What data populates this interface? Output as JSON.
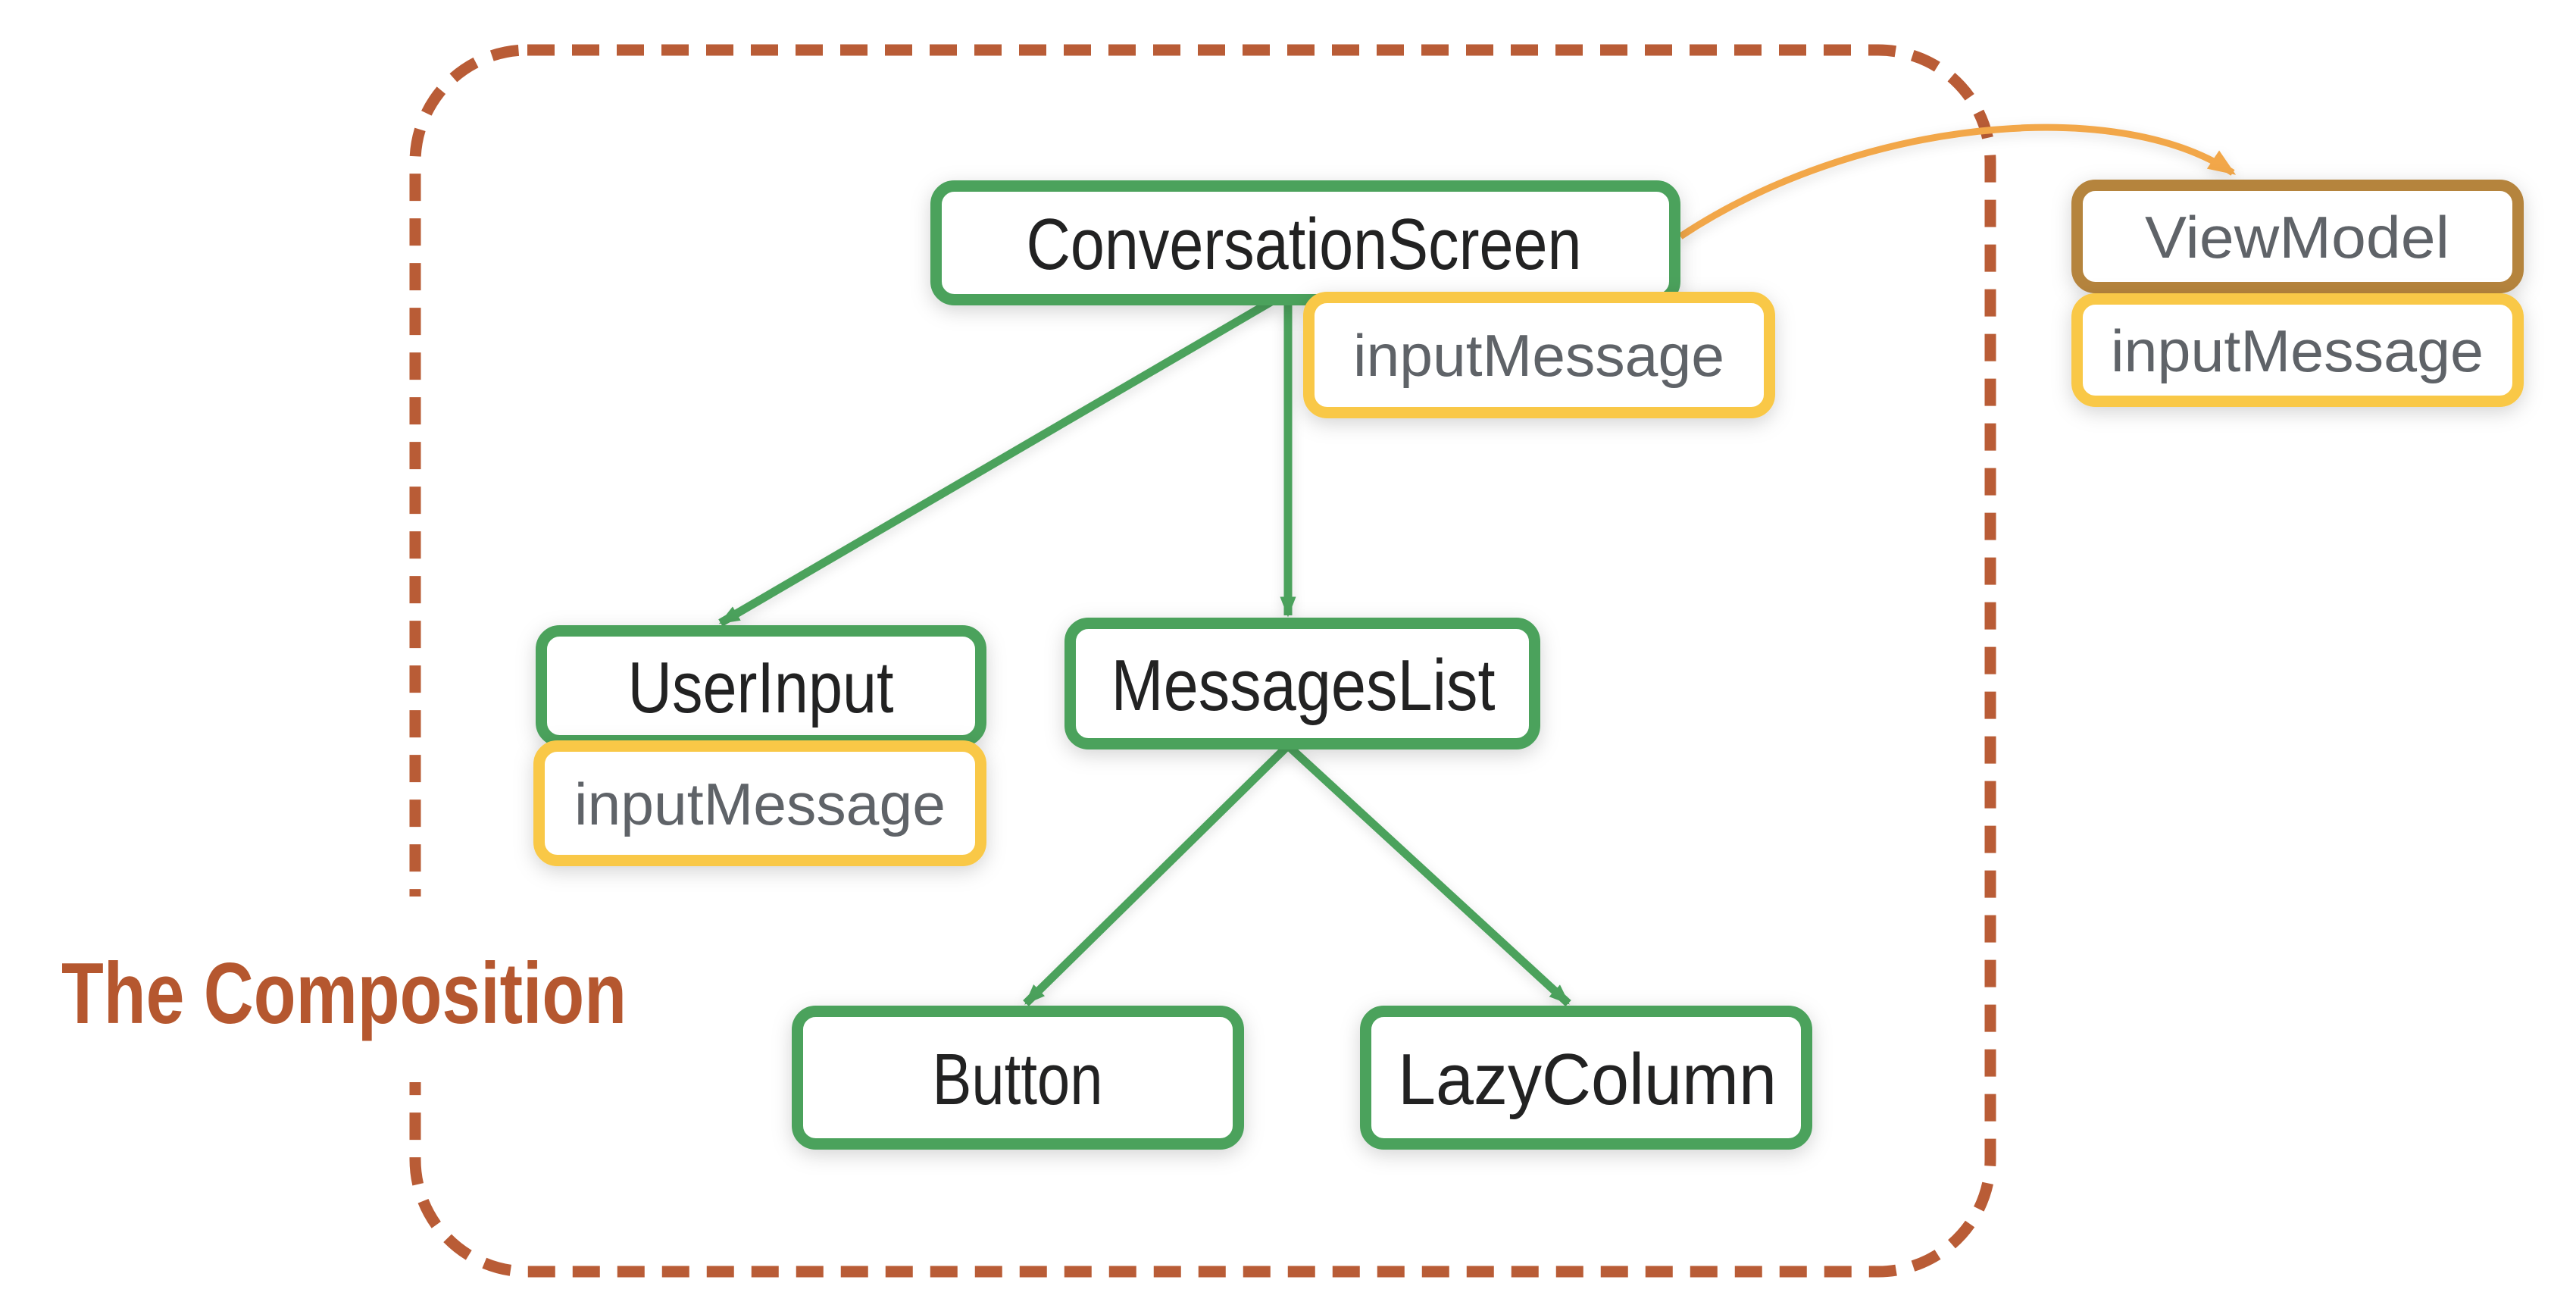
{
  "slide": {
    "kind": "composition-tree-diagram",
    "background": "#ffffff"
  },
  "region": {
    "title": "The Composition",
    "border_style": "dashed rounded rectangle"
  },
  "nodes": {
    "conversation_screen": {
      "label": "ConversationScreen",
      "type": "composable"
    },
    "user_input": {
      "label": "UserInput",
      "type": "composable"
    },
    "messages_list": {
      "label": "MessagesList",
      "type": "composable"
    },
    "button": {
      "label": "Button",
      "type": "composable"
    },
    "lazy_column": {
      "label": "LazyColumn",
      "type": "composable"
    },
    "view_model": {
      "label": "ViewModel",
      "type": "viewmodel"
    }
  },
  "state_badges": {
    "conversation_screen_state": {
      "label": "inputMessage",
      "attached_to": "ConversationScreen"
    },
    "user_input_state": {
      "label": "inputMessage",
      "attached_to": "UserInput"
    },
    "view_model_state": {
      "label": "inputMessage",
      "attached_to": "ViewModel"
    }
  },
  "edges": [
    {
      "from": "ConversationScreen",
      "to": "UserInput",
      "style": "straight-arrow"
    },
    {
      "from": "ConversationScreen",
      "to": "MessagesList",
      "style": "straight-arrow"
    },
    {
      "from": "MessagesList",
      "to": "Button",
      "style": "straight-arrow"
    },
    {
      "from": "MessagesList",
      "to": "LazyColumn",
      "style": "straight-arrow"
    },
    {
      "from": "ConversationScreen",
      "to": "ViewModel",
      "style": "curved-arrow"
    }
  ],
  "colors": {
    "background": "#ffffff",
    "box_fill": "#ffffff",
    "composable_green": "#4BA25C",
    "state_yellow": "#F9C847",
    "viewmodel_brown": "#B5843C",
    "arrow_orange": "#F2A74A",
    "region_rust": "#B95C36",
    "title_rust": "#B5572F",
    "label_dark": "#202124",
    "label_gray": "#5F6368"
  }
}
